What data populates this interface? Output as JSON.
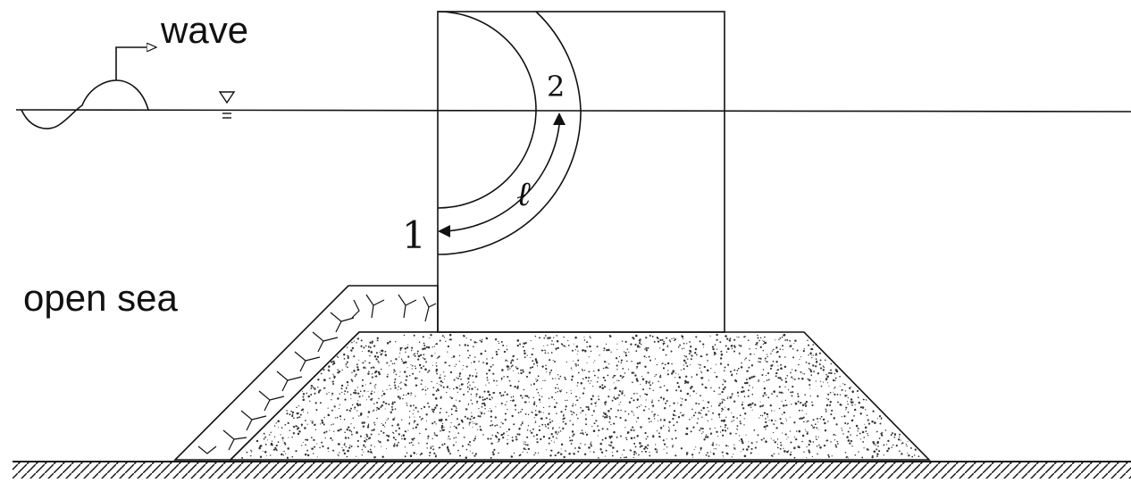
{
  "labels": {
    "wave": "wave",
    "open_sea": "open sea",
    "point_1": "1",
    "point_2": "2",
    "path_length": "ℓ"
  },
  "icons": {
    "water_level": "water-level-triangle-icon",
    "direction_arrow": "arrow-right-icon"
  },
  "colors": {
    "ink": "#111111",
    "background": "#ffffff"
  }
}
